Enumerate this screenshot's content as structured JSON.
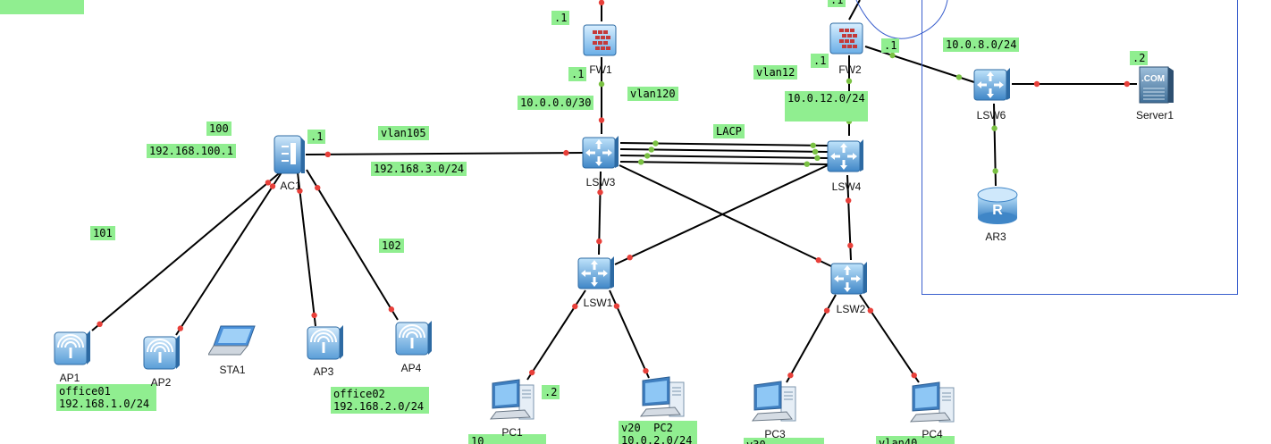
{
  "colors": {
    "label_bg": "#90ee90",
    "link": "#000000",
    "port_red": "#e8403a",
    "port_green": "#7ac143",
    "device_blue": "#3f86c7",
    "region_border": "#3a5fcd"
  },
  "devices": [
    {
      "id": "FW1",
      "name": "FW1",
      "kind": "firewall-icon"
    },
    {
      "id": "FW2",
      "name": "FW2",
      "kind": "firewall-icon"
    },
    {
      "id": "LSW3",
      "name": "LSW3",
      "kind": "switch-icon"
    },
    {
      "id": "LSW4",
      "name": "LSW4",
      "kind": "switch-icon"
    },
    {
      "id": "LSW1",
      "name": "LSW1",
      "kind": "switch-icon"
    },
    {
      "id": "LSW2",
      "name": "LSW2",
      "kind": "switch-icon"
    },
    {
      "id": "LSW6",
      "name": "LSW6",
      "kind": "switch-icon"
    },
    {
      "id": "AC1",
      "name": "AC1",
      "kind": "access-controller-icon"
    },
    {
      "id": "AR3",
      "name": "AR3",
      "kind": "router-icon"
    },
    {
      "id": "Server1",
      "name": "Server1",
      "kind": "server-icon"
    },
    {
      "id": "AP1",
      "name": "AP1",
      "kind": "access-point-icon"
    },
    {
      "id": "AP2",
      "name": "AP2",
      "kind": "access-point-icon"
    },
    {
      "id": "AP3",
      "name": "AP3",
      "kind": "access-point-icon"
    },
    {
      "id": "AP4",
      "name": "AP4",
      "kind": "access-point-icon"
    },
    {
      "id": "STA1",
      "name": "STA1",
      "kind": "laptop-icon"
    },
    {
      "id": "PC1",
      "name": "PC1",
      "kind": "pc-icon"
    },
    {
      "id": "PC2",
      "name": "PC2",
      "kind": "pc-icon"
    },
    {
      "id": "PC3",
      "name": "PC3",
      "kind": "pc-icon"
    },
    {
      "id": "PC4",
      "name": "PC4",
      "kind": "pc-icon"
    }
  ],
  "links": [
    {
      "from": "FW1",
      "to": "LSW3"
    },
    {
      "from": "FW2",
      "to": "LSW4"
    },
    {
      "from": "FW2",
      "to": "LSW6"
    },
    {
      "from": "LSW6",
      "to": "Server1"
    },
    {
      "from": "LSW6",
      "to": "AR3"
    },
    {
      "from": "AC1",
      "to": "LSW3"
    },
    {
      "from": "LSW3",
      "to": "LSW4",
      "note": "LACP"
    },
    {
      "from": "LSW3",
      "to": "LSW1"
    },
    {
      "from": "LSW3",
      "to": "LSW2"
    },
    {
      "from": "LSW4",
      "to": "LSW1"
    },
    {
      "from": "LSW4",
      "to": "LSW2"
    },
    {
      "from": "AC1",
      "to": "AP1"
    },
    {
      "from": "AC1",
      "to": "AP2"
    },
    {
      "from": "AC1",
      "to": "AP3"
    },
    {
      "from": "AC1",
      "to": "AP4"
    },
    {
      "from": "LSW1",
      "to": "PC1"
    },
    {
      "from": "LSW1",
      "to": "PC2"
    },
    {
      "from": "LSW2",
      "to": "PC3"
    },
    {
      "from": "LSW2",
      "to": "PC4"
    }
  ],
  "labels": {
    "fw1_up": ".1",
    "fw1_down": ".1",
    "net_fw1_lsw3": "10.0.0.0/30",
    "vlan120": "vlan120",
    "fw2_up": ".1",
    "fw2_left": ".1",
    "fw2_right": ".1",
    "vlan12": "vlan12",
    "net_fw2_lsw4": "10.0.12.0/24",
    "net_lsw6": "10.0.8.0/24",
    "server_addr": ".2",
    "lacp": "LACP",
    "vlan105": "vlan105",
    "net_ac_lsw3": "192.168.3.0/24",
    "ac_addr": ".1",
    "vlan100": "100",
    "ac_gateway": "192.168.100.1",
    "vlan101": "101",
    "vlan102": "102",
    "office01": "office01\n192.168.1.0/24",
    "office02": "office02\n192.168.2.0/24",
    "pc1_addr": ".2",
    "pc1_vlan": "10",
    "pc2_net": "v20  PC2\n10.0.2.0/24",
    "pc3_vlan": "v30",
    "pc4_vlan": "vlan40"
  }
}
